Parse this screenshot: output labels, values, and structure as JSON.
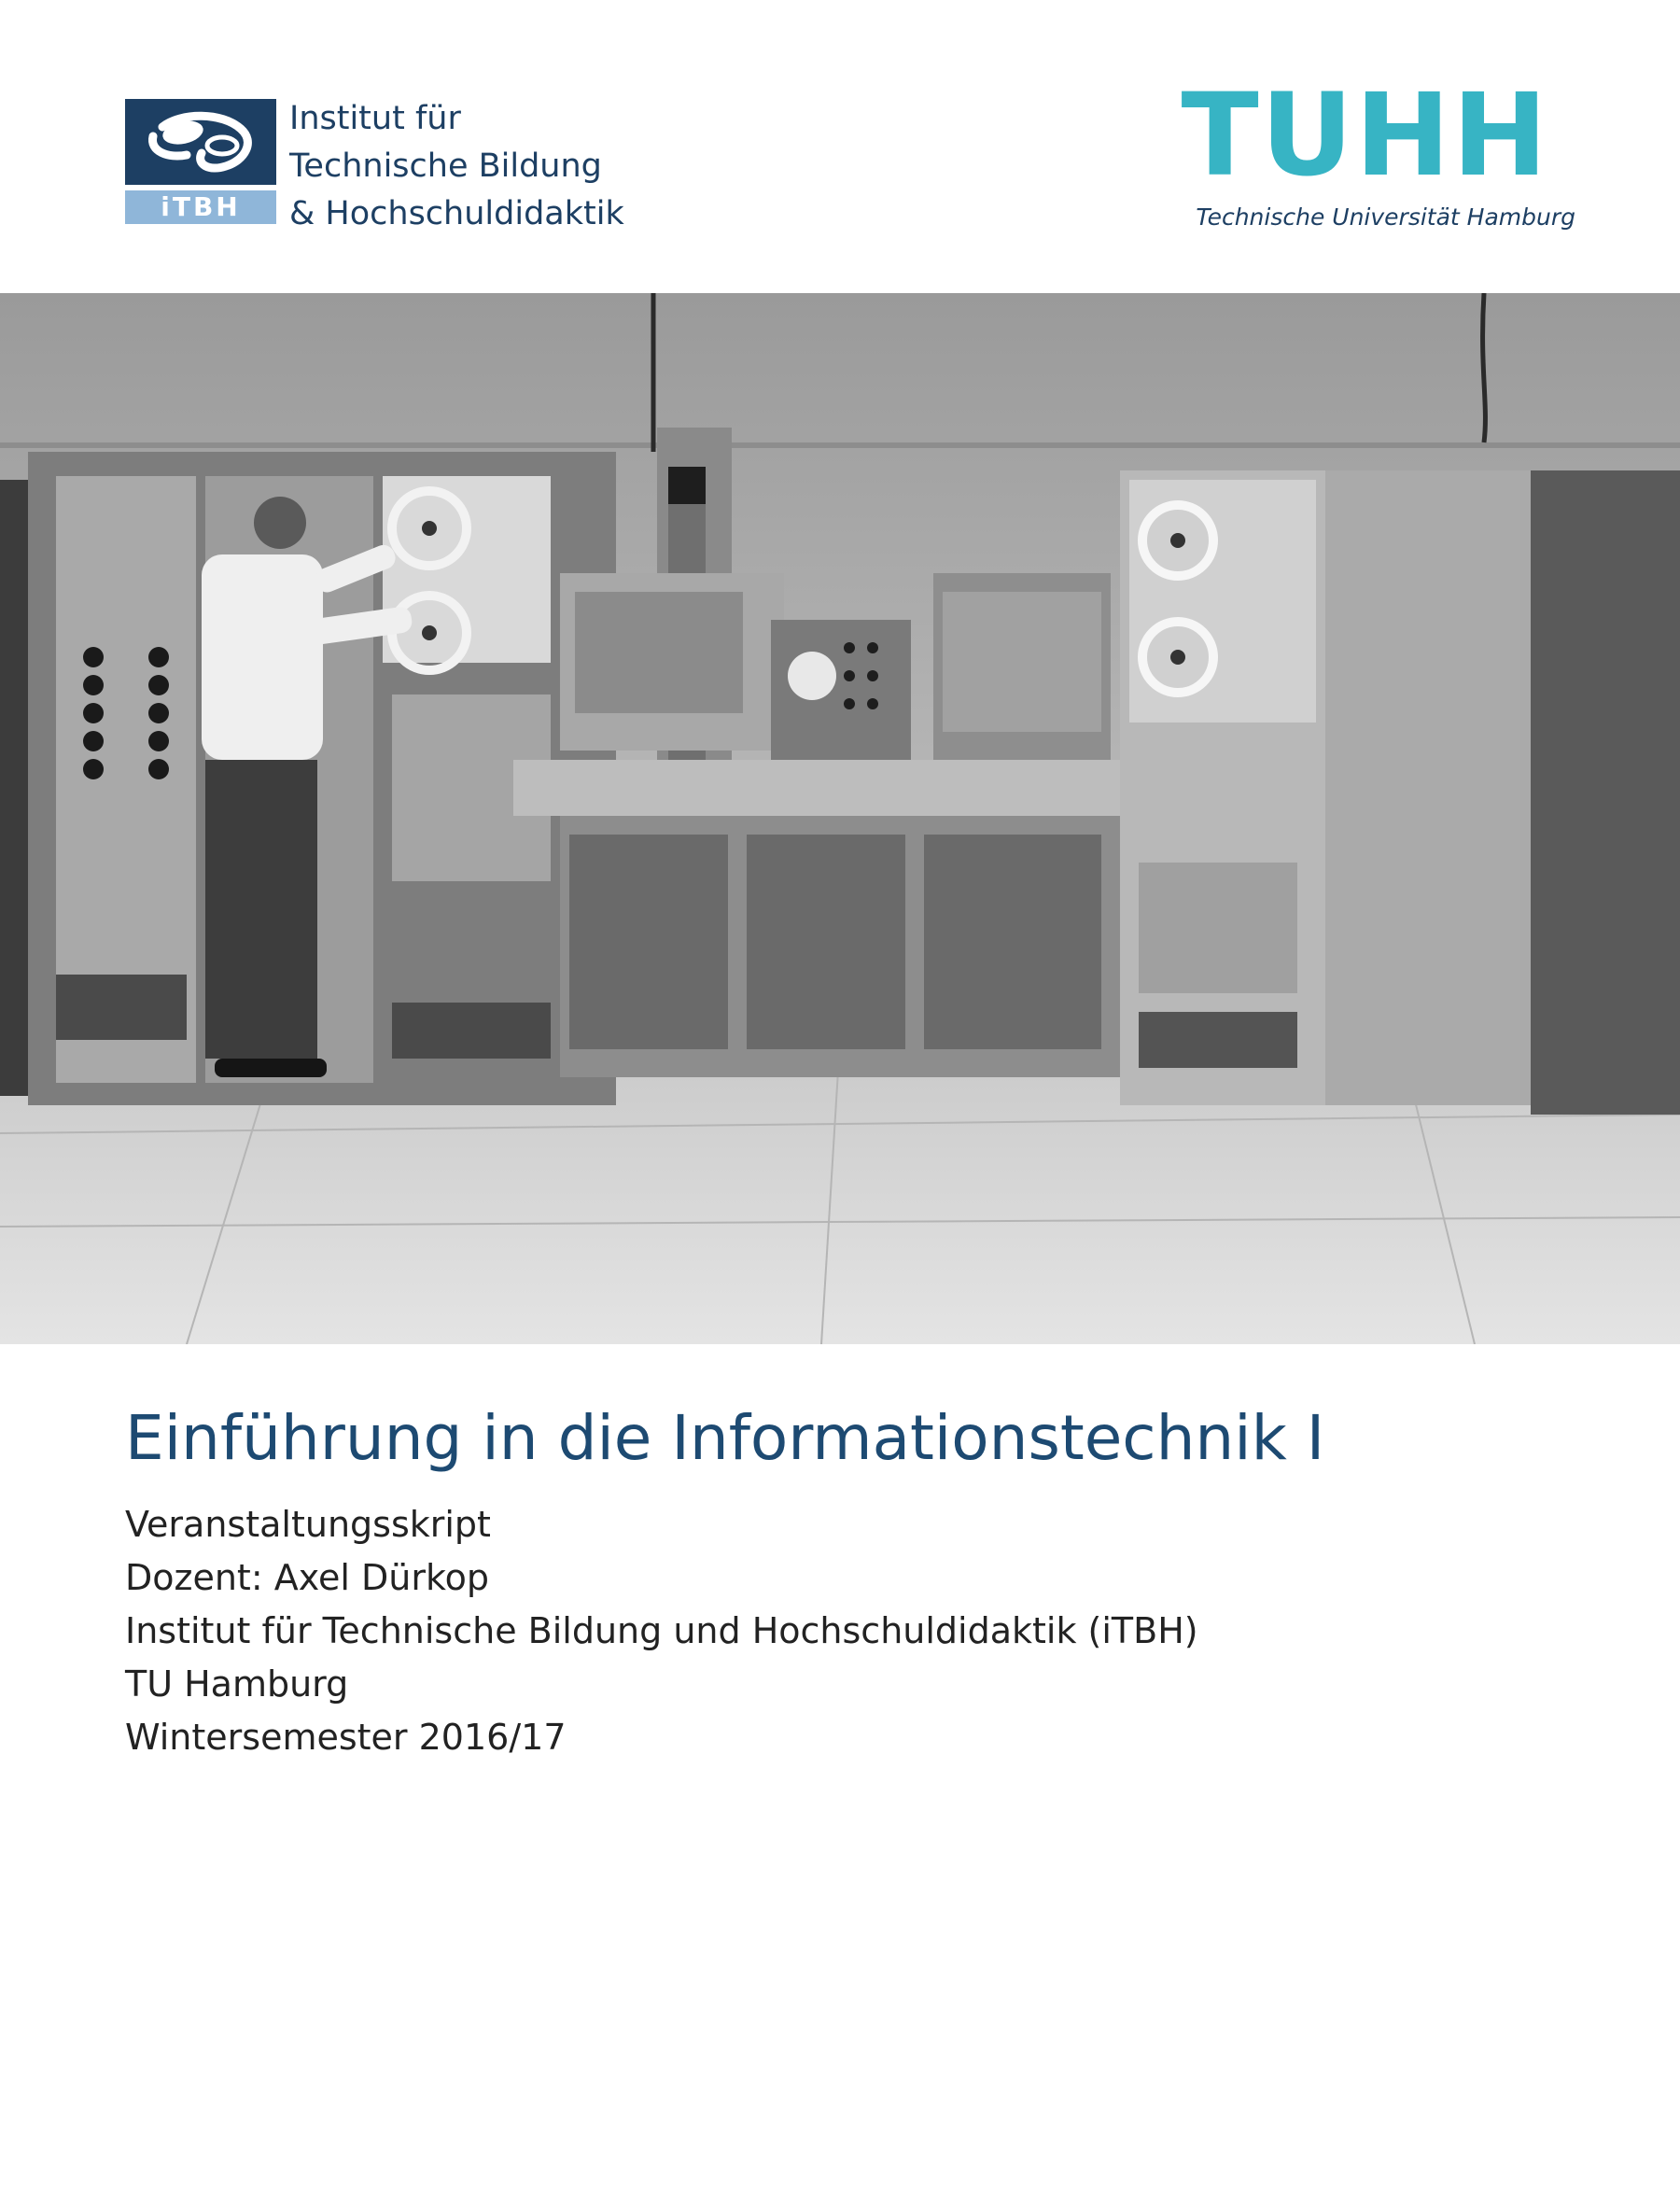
{
  "header": {
    "itbh_logo": {
      "abbrev": "iTBH",
      "lines": [
        "Institut für",
        "Technische Bildung",
        "& Hochschuldidaktik"
      ],
      "colors": {
        "navy": "#1d3f63",
        "light_blue": "#8fb6d9"
      }
    },
    "tuhh_logo": {
      "wordmark": "TUHH",
      "subtitle": "Technische Universität Hamburg",
      "colors": {
        "teal": "#37b4c4",
        "navy": "#1d3f63"
      }
    }
  },
  "cover_image": {
    "description_icon": "vintage-computer-photo",
    "style": "black-and-white"
  },
  "document": {
    "title": "Einführung in die Informationstechnik I",
    "title_color": "#1d4a72",
    "subtitle": "Veranstaltungsskript",
    "lecturer": "Dozent: Axel Dürkop",
    "institute": "Institut für Technische Bildung und Hochschuldidaktik (iTBH)",
    "university": "TU Hamburg",
    "semester": "Wintersemester 2016/17"
  }
}
